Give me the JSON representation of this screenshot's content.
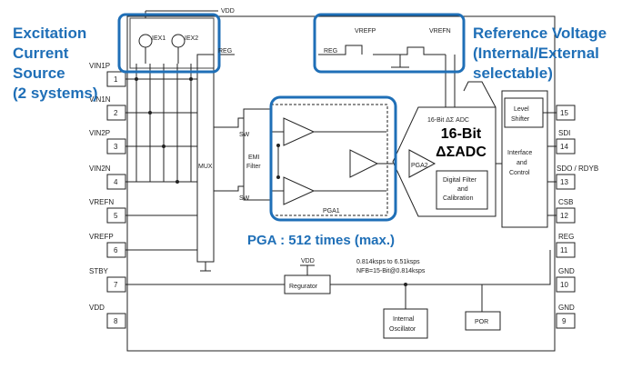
{
  "annotations": {
    "excitation": [
      "Excitation",
      "Current",
      "Source",
      "(2 systems)"
    ],
    "reference": [
      "Reference Voltage",
      "(Internal/External",
      "selectable)"
    ],
    "pga": "PGA : 512 times (max.)",
    "adc_bits": "16-Bit",
    "adc_type": "ΔΣADC"
  },
  "pins_left": [
    {
      "num": "1",
      "name": "VIN1P"
    },
    {
      "num": "2",
      "name": "VIN1N"
    },
    {
      "num": "3",
      "name": "VIN2P"
    },
    {
      "num": "4",
      "name": "VIN2N"
    },
    {
      "num": "5",
      "name": "VREFN"
    },
    {
      "num": "6",
      "name": "VREFP"
    },
    {
      "num": "7",
      "name": "STBY"
    },
    {
      "num": "8",
      "name": "VDD"
    }
  ],
  "pins_right": [
    {
      "num": "15",
      "name": ""
    },
    {
      "num": "14",
      "name": "SDI"
    },
    {
      "num": "13",
      "name": "SDO / RDYB"
    },
    {
      "num": "12",
      "name": "CSB"
    },
    {
      "num": "11",
      "name": "REG"
    },
    {
      "num": "10",
      "name": "GND"
    },
    {
      "num": "9",
      "name": "GND"
    }
  ],
  "blocks": {
    "iex1": "IEX1",
    "iex2": "IEX2",
    "vdd_top": "VDD",
    "reg_top": "REG",
    "mux": "MUX",
    "sw": "SW",
    "emi": [
      "EMI",
      "Filter"
    ],
    "pga1": "PGA1",
    "pga2": "PGA2",
    "adc_small": "16-Bit ΔΣ ADC",
    "digital_filter": [
      "Digital Filter",
      "and",
      "Calibration"
    ],
    "level_shifter": [
      "Level",
      "Shifter"
    ],
    "interface": [
      "Interface",
      "and",
      "Control"
    ],
    "reg_ref": "REG",
    "vrefp": "VREFP",
    "vrefn": "VREFN",
    "vdd_reg": "VDD",
    "regulator": "Regurator",
    "oscillator": [
      "Internal",
      "Oscillator"
    ],
    "por": "POR",
    "speed_line1": "0.814ksps to 6.51ksps",
    "speed_line2": "NFB=15-Bit@0.814ksps"
  },
  "colors": {
    "accent": "#1f6fb7",
    "line": "#222222"
  }
}
